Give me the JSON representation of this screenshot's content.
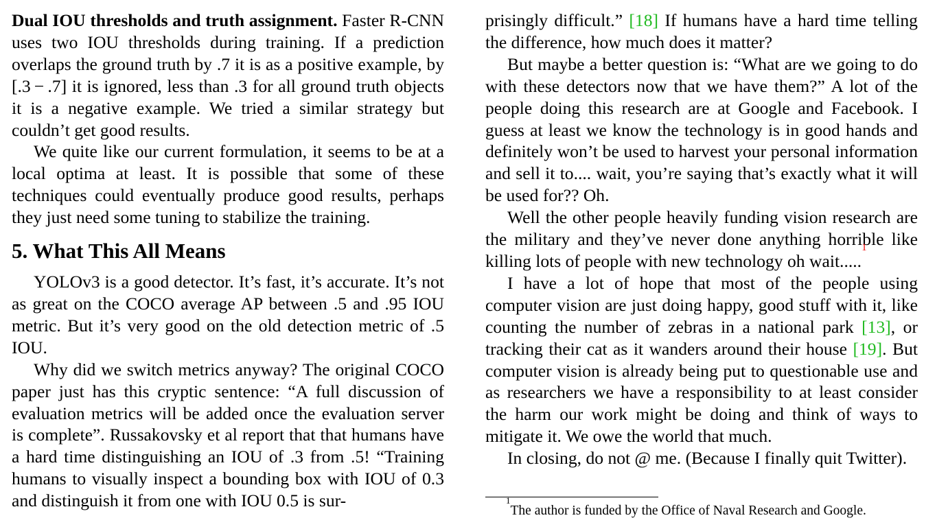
{
  "left_column": {
    "p1": {
      "heading": "Dual IOU thresholds and truth assignment.",
      "text": " Faster R-CNN uses two IOU thresholds during training. If a prediction overlaps the ground truth by .7 it is as a positive example, by [.3 − .7] it is ignored, less than .3 for all ground truth objects it is a negative example. We tried a similar strategy but couldn’t get good results."
    },
    "p2": "We quite like our current formulation, it seems to be at a local optima at least.  It is possible that some of these techniques could eventually produce good results, perhaps they just need some tuning to stabilize the training.",
    "section_title": "5. What This All Means",
    "p3": "YOLOv3 is a good detector.  It’s fast, it’s accurate.  It’s not as great on the COCO average AP between .5 and .95 IOU metric.  But it’s very good on the old detection metric of .5 IOU.",
    "p4": "Why did we switch metrics anyway?  The original COCO paper just has this cryptic sentence: “A full discussion of evaluation metrics will be added once the evaluation server is complete”.  Russakovsky et al report that that humans have a hard time distinguishing an IOU of .3 from .5! “Training humans to visually inspect a bounding box with IOU of 0.3 and distinguish it from one with IOU 0.5 is sur-"
  },
  "right_column": {
    "p1": {
      "before": "prisingly difficult.” ",
      "cite": "[18]",
      "after": " If humans have a hard time telling the difference, how much does it matter?"
    },
    "p2": "But maybe a better question is: “What are we going to do with these detectors now that we have them?”  A lot of the people doing this research are at Google and Facebook. I guess at least we know the technology is in good hands and definitely won’t be used to harvest your personal information and sell it to....  wait, you’re saying that’s exactly what it will be used for?? Oh.",
    "p3": {
      "text": "Well the other people heavily funding vision research are the military and they’ve never done anything horrible like killing lots of people with new technology oh wait.....",
      "footnote_marker": "1"
    },
    "p4": {
      "part1": "I have a lot of hope that most of the people using computer vision are just doing happy, good stuff with it, like counting the number of zebras in a national park ",
      "cite1": "[13]",
      "part2": ", or tracking their cat as it wanders around their house ",
      "cite2": "[19]",
      "part3": ". But computer vision is already being put to questionable use and as researchers we have a responsibility to at least consider the harm our work might be doing and think of ways to mitigate it. We owe the world that much."
    },
    "p5": "In closing, do not @ me. (Because I finally quit Twitter)."
  },
  "footnote": {
    "marker": "1",
    "text": "The author is funded by the Office of Naval Research and Google."
  },
  "colors": {
    "citation": "#22bb22",
    "footnote_marker": "#ee0000"
  }
}
